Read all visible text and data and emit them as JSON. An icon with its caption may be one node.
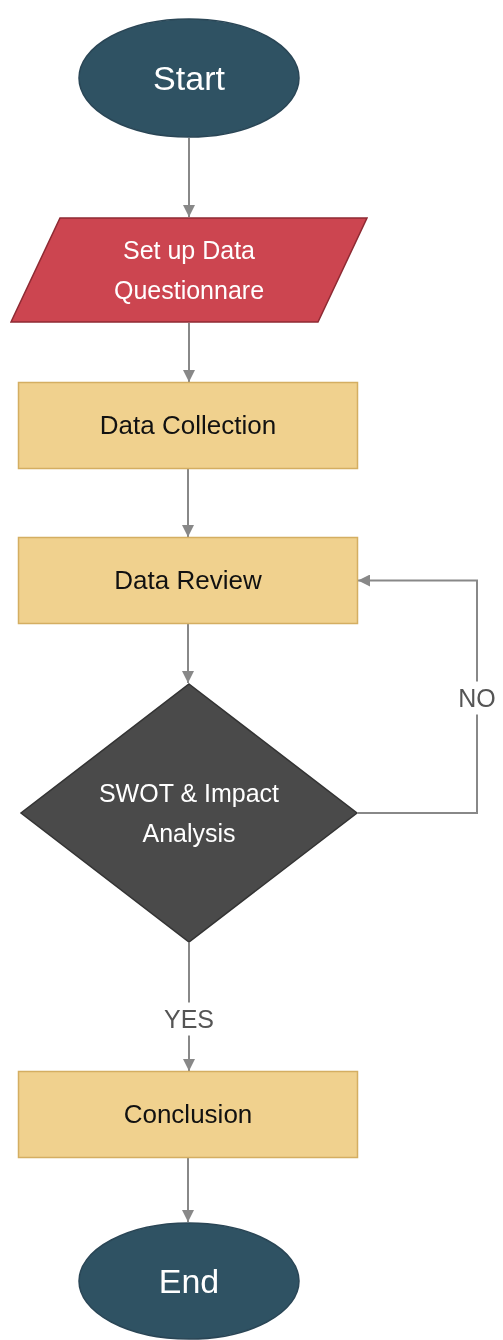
{
  "diagram": {
    "nodes": [
      {
        "text": [
          "Start"
        ]
      },
      {
        "text": [
          "Set up Data Questionnare"
        ]
      },
      {
        "text": [
          "Data Collection"
        ]
      },
      {
        "text": [
          "Data Review"
        ]
      },
      {
        "text": [
          "SWOT & Impact Analysis"
        ]
      },
      {
        "text": [
          "Conclusion"
        ]
      },
      {
        "text": [
          "End"
        ]
      }
    ],
    "edges": [
      {
        "from": 0,
        "to": 1,
        "arrow": "to"
      },
      {
        "from": 1,
        "to": 2,
        "arrow": "to"
      },
      {
        "from": 2,
        "to": 3,
        "arrow": "to"
      },
      {
        "from": 3,
        "to": 4,
        "arrow": "to"
      },
      {
        "from": 4,
        "to": 3,
        "arrow": "to",
        "label": "NO"
      },
      {
        "from": 4,
        "to": 5,
        "arrow": "to",
        "label": "YES"
      },
      {
        "from": 5,
        "to": 6,
        "arrow": "to"
      }
    ]
  }
}
